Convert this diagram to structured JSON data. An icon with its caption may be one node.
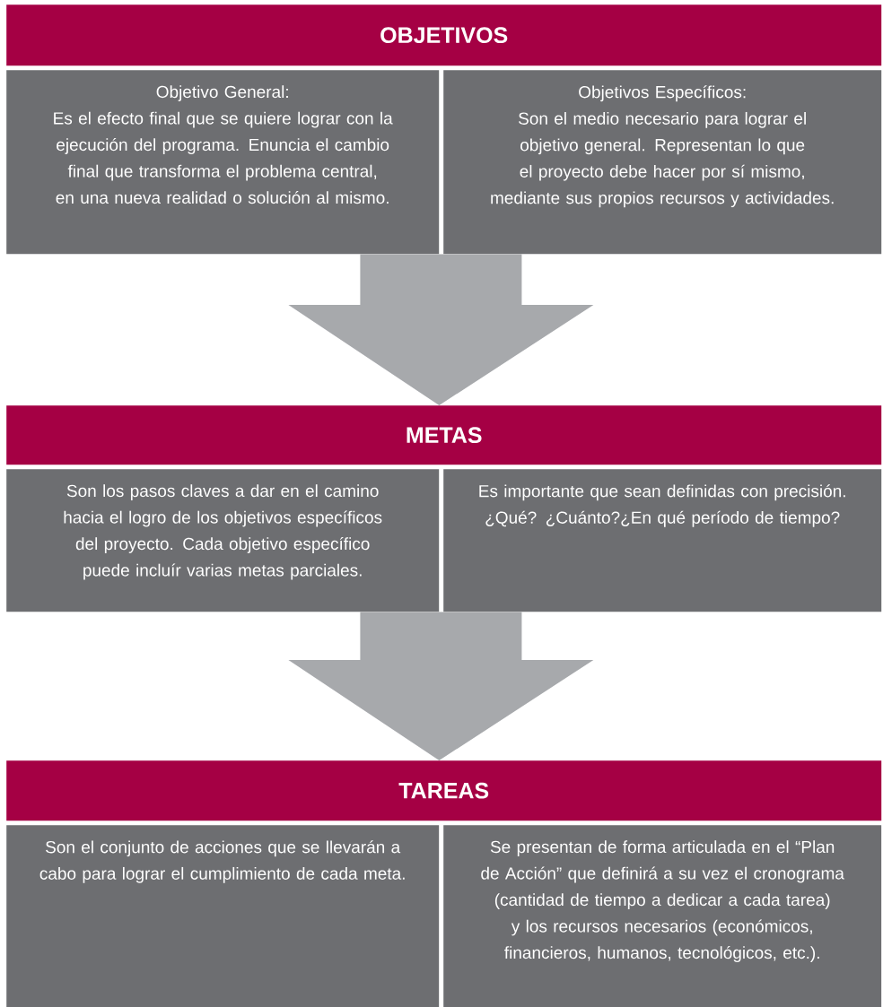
{
  "diagram": {
    "nodes": [
      {
        "text": [
          "OBJETIVOS"
        ]
      },
      {
        "text": [
          "Objetivo General:",
          "Es el efecto final que se quiere lograr con la ejecución del programa. Enuncia el cambio final que transforma el problema central, en una nueva realidad o solución al mismo."
        ]
      },
      {
        "text": [
          "Objetivos Específicos:",
          "Son el medio necesario para lograr el objetivo general. Representan lo que el proyecto debe hacer por sí mismo, mediante sus propios recursos y actividades."
        ]
      },
      {
        "text": [
          "METAS"
        ]
      },
      {
        "text": [
          "Son los pasos claves a dar en el camino hacia el logro de los objetivos específicos del proyecto. Cada objetivo específico puede incluír varias metas parciales."
        ]
      },
      {
        "text": [
          "Es importante que sean definidas con precisión. ¿Qué? ¿Cuánto?¿En qué período de tiempo?"
        ]
      },
      {
        "text": [
          "TAREAS"
        ]
      },
      {
        "text": [
          "Son el conjunto de acciones que se llevarán a cabo para lograr el cumplimiento de cada meta."
        ]
      },
      {
        "text": [
          "Se presentan de forma articulada en el “Plan de Acción” que definirá a su vez el cronograma (cantidad de tiempo a dedicar a cada tarea) y los recursos necesarios (económicos, financieros, humanos, tecnológicos, etc.)."
        ]
      }
    ],
    "edges": [
      {
        "from": 1,
        "to": 3,
        "arrow": "to"
      },
      {
        "from": 4,
        "to": 6,
        "arrow": "to"
      }
    ]
  }
}
